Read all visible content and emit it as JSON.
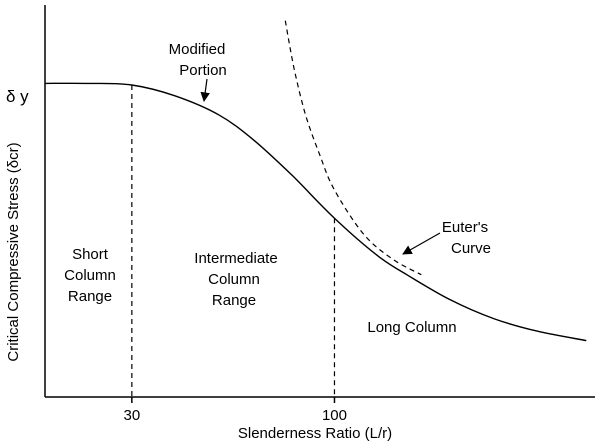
{
  "chart_data": {
    "type": "line",
    "title": "",
    "xlabel": "Slenderness Ratio (L/r)",
    "ylabel": "Critical Compressive Stress (δcr)",
    "y_marker_label": "δ y",
    "x_ticks": [
      {
        "value": 30,
        "label": "30"
      },
      {
        "value": 100,
        "label": "100"
      }
    ],
    "xlim": [
      0,
      190
    ],
    "ylim": [
      0,
      1.25
    ],
    "grid": false,
    "series": [
      {
        "style": "solid",
        "points": [
          [
            0,
            1.0
          ],
          [
            15,
            1.0
          ],
          [
            30,
            0.995
          ],
          [
            45,
            0.96
          ],
          [
            60,
            0.9
          ],
          [
            72,
            0.82
          ],
          [
            85,
            0.71
          ],
          [
            100,
            0.57
          ],
          [
            115,
            0.45
          ],
          [
            125,
            0.39
          ],
          [
            140,
            0.31
          ],
          [
            155,
            0.25
          ],
          [
            170,
            0.21
          ],
          [
            187,
            0.18
          ]
        ]
      },
      {
        "style": "dashed",
        "points": [
          [
            83,
            1.2
          ],
          [
            86,
            1.05
          ],
          [
            90,
            0.9
          ],
          [
            95,
            0.77
          ],
          [
            100,
            0.66
          ],
          [
            110,
            0.52
          ],
          [
            120,
            0.44
          ],
          [
            130,
            0.39
          ]
        ]
      }
    ],
    "vlines": [
      30,
      100
    ],
    "annotations": [
      {
        "id": "modified-portion",
        "lines": [
          "Modified",
          "Portion"
        ]
      },
      {
        "id": "eulers-curve",
        "lines": [
          "Euter's",
          "Curve"
        ]
      },
      {
        "id": "short-column",
        "lines": [
          "Short",
          "Column",
          "Range"
        ]
      },
      {
        "id": "intermediate-column",
        "lines": [
          "Intermediate",
          "Column",
          "Range"
        ]
      },
      {
        "id": "long-column",
        "lines": [
          "Long Column"
        ]
      }
    ]
  }
}
